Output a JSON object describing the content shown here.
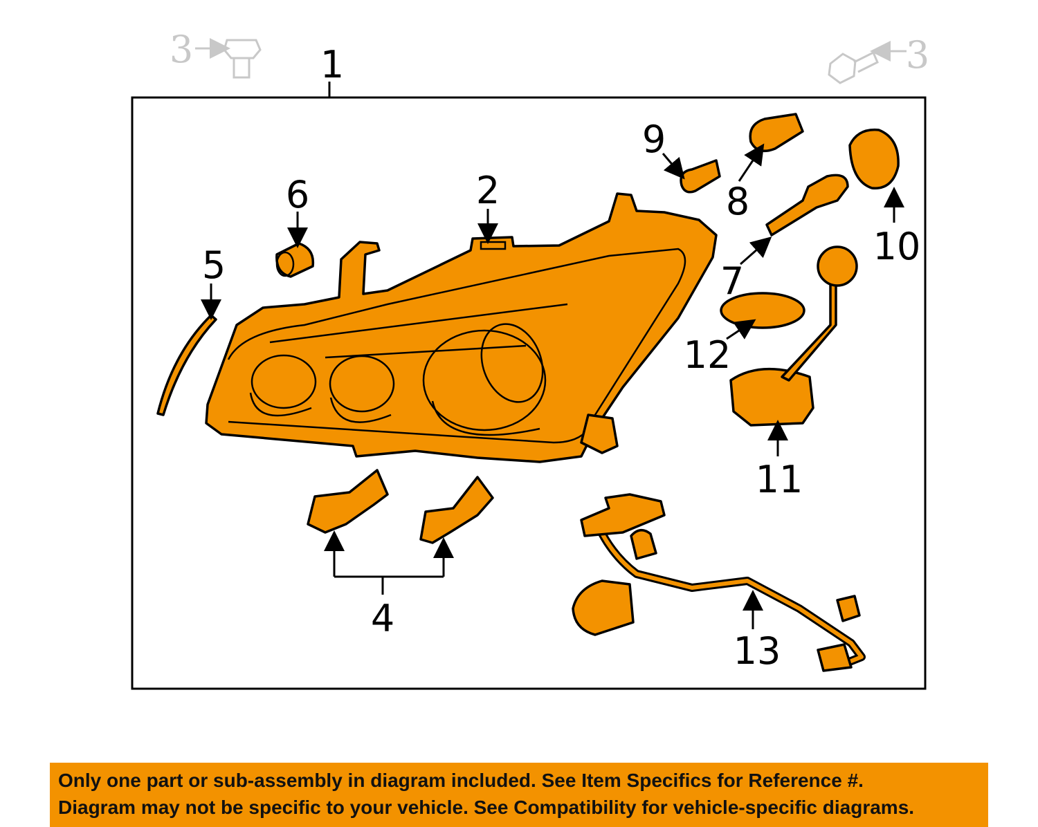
{
  "diagram": {
    "labels": {
      "l1": "1",
      "l2": "2",
      "l3a": "3",
      "l3b": "3",
      "l4": "4",
      "l5": "5",
      "l6": "6",
      "l7": "7",
      "l8": "8",
      "l9": "9",
      "l10": "10",
      "l11": "11",
      "l12": "12",
      "l13": "13"
    },
    "part_color": "#F39200"
  },
  "banner": {
    "line1": "Only one part or sub-assembly in diagram included. See Item Specifics for Reference #.",
    "line2": "Diagram may not be specific to your vehicle. See Compatibility for vehicle-specific diagrams.",
    "color": "#F39200"
  }
}
